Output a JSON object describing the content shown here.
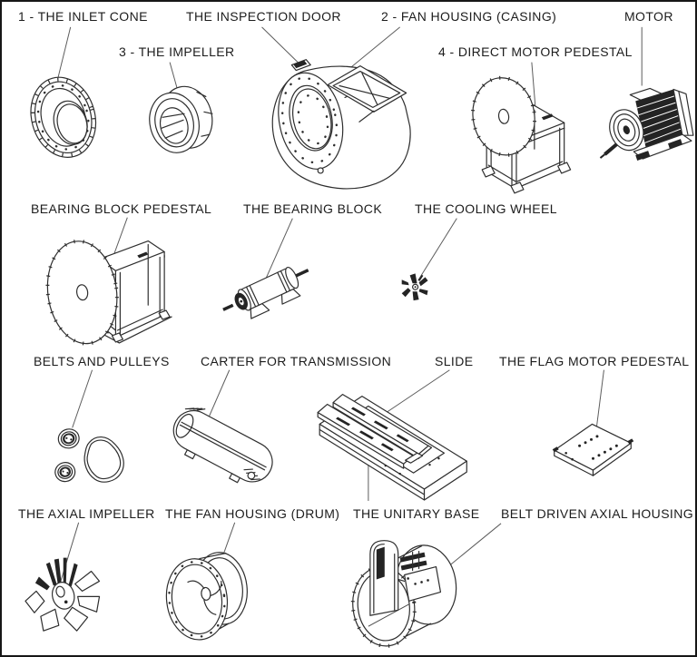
{
  "diagram": {
    "type": "fan-parts-diagram",
    "colors": {
      "background": "#ffffff",
      "line": "#2e2e2e",
      "leader": "#5c5c5c",
      "border": "#161616",
      "dark_fill": "#242424"
    }
  },
  "parts": [
    {
      "id": "inlet-cone",
      "label": "1 - THE INLET CONE"
    },
    {
      "id": "impeller",
      "label": "3 - THE IMPELLER"
    },
    {
      "id": "inspection-door",
      "label": "THE INSPECTION DOOR"
    },
    {
      "id": "fan-housing-casing",
      "label": "2 - FAN HOUSING (CASING)"
    },
    {
      "id": "direct-motor-pedestal",
      "label": "4 - DIRECT MOTOR PEDESTAL"
    },
    {
      "id": "motor",
      "label": "MOTOR"
    },
    {
      "id": "bearing-block-pedestal",
      "label": "BEARING BLOCK PEDESTAL"
    },
    {
      "id": "bearing-block",
      "label": "THE BEARING BLOCK"
    },
    {
      "id": "cooling-wheel",
      "label": "THE COOLING WHEEL"
    },
    {
      "id": "belts-and-pulleys",
      "label": "BELTS AND PULLEYS"
    },
    {
      "id": "carter-for-transmission",
      "label": "CARTER FOR TRANSMISSION"
    },
    {
      "id": "slide",
      "label": "SLIDE"
    },
    {
      "id": "flag-motor-pedestal",
      "label": "THE FLAG MOTOR PEDESTAL"
    },
    {
      "id": "axial-impeller",
      "label": "THE AXIAL IMPELLER"
    },
    {
      "id": "fan-housing-drum",
      "label": "THE FAN HOUSING (DRUM)"
    },
    {
      "id": "unitary-base",
      "label": "THE UNITARY BASE"
    },
    {
      "id": "belt-driven-axial-housing",
      "label": "BELT DRIVEN AXIAL HOUSING"
    }
  ]
}
